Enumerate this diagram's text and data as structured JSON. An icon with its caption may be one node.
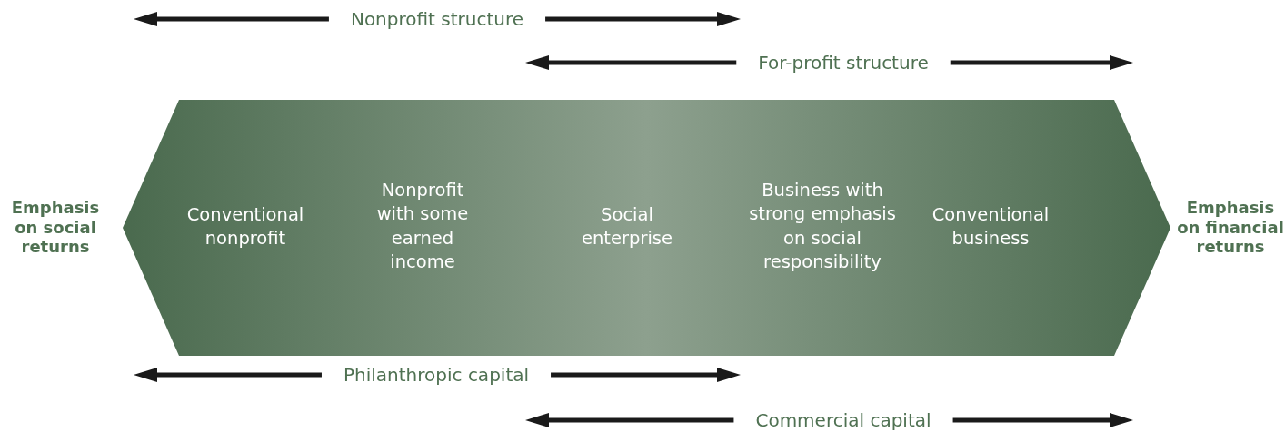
{
  "diagram": {
    "nodes": [
      {
        "text": [
          "Conventional nonprofit",
          "Nonprofit with some earned income",
          "Social enterprise",
          "Business with strong emphasis on social responsibility",
          "Conventional business"
        ]
      }
    ],
    "edges": [],
    "labels": [
      "Nonprofit structure",
      "For-profit structure",
      "Emphasis on social returns",
      "Emphasis on financial returns",
      "Philanthropic capital",
      "Commercial capital"
    ]
  }
}
